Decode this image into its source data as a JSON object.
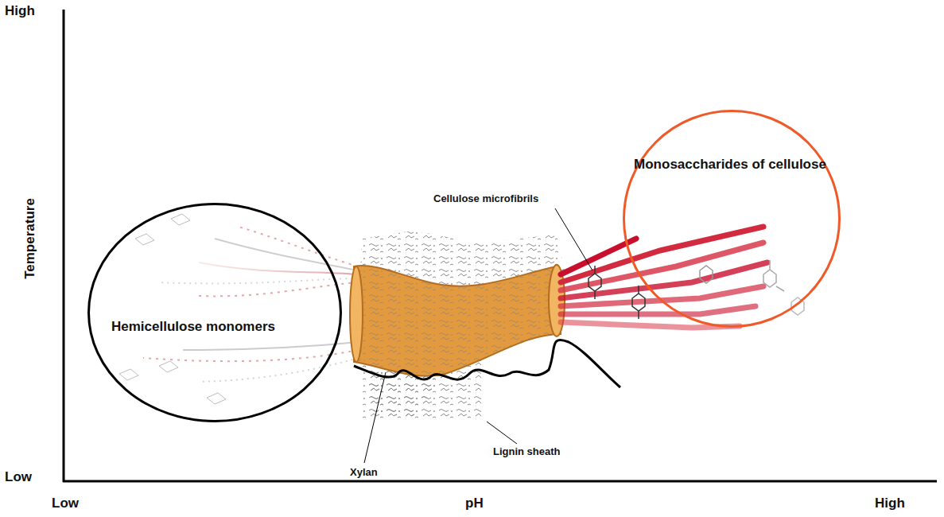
{
  "diagram": {
    "nodes": [
      {
        "text": [
          "Hemicellulose monomers"
        ]
      },
      {
        "text": [
          "Monosaccharides of cellulose"
        ]
      }
    ],
    "labels": [
      "High",
      "Temperature",
      "Low",
      "Low",
      "pH",
      "High",
      "Cellulose microfibrils",
      "Xylan",
      "Lignin sheath"
    ]
  }
}
